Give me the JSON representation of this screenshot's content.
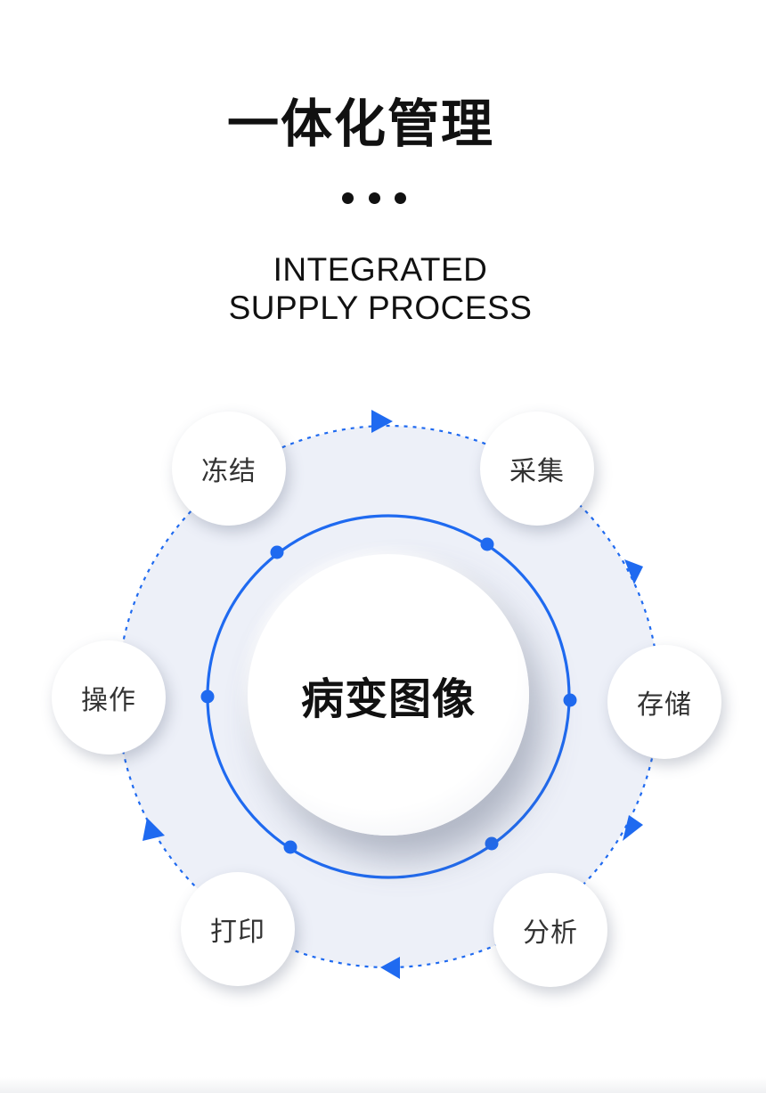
{
  "header": {
    "title": "一体化管理",
    "subtitle_line1": "INTEGRATED",
    "subtitle_line2": "SUPPLY PROCESS"
  },
  "diagram": {
    "center_label": "病变图像",
    "nodes": [
      {
        "id": "collect",
        "label": "采集"
      },
      {
        "id": "store",
        "label": "存储"
      },
      {
        "id": "analyze",
        "label": "分析"
      },
      {
        "id": "print",
        "label": "打印"
      },
      {
        "id": "operate",
        "label": "操作"
      },
      {
        "id": "freeze",
        "label": "冻结"
      }
    ],
    "flow_direction": "clockwise"
  },
  "colors": {
    "accent_blue": "#1f6af0",
    "ring_fill": "#edf0f8",
    "text_dark": "#111111",
    "node_text": "#333333"
  }
}
